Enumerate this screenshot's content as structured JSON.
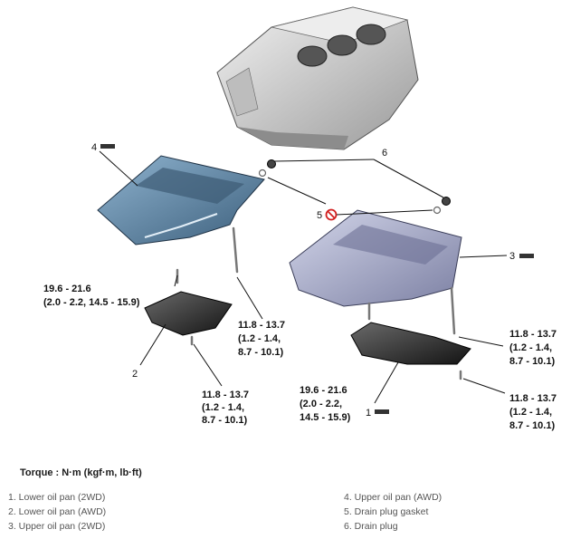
{
  "torque_values": {
    "lower_pan_2wd_bolt": [
      "19.6 - 21.6",
      "(2.0 - 2.2, 14.5 - 15.9)"
    ],
    "lower_pan_2wd_drain": [
      "11.8 - 13.7",
      "(1.2 - 1.4,",
      "8.7 - 10.1)"
    ],
    "upper_pan_awd_bolt": [
      "11.8 - 13.7",
      "(1.2 - 1.4,",
      "8.7 - 10.1)"
    ],
    "lower_pan_awd_bolt": [
      "19.6 - 21.6",
      "(2.0 - 2.2,",
      "14.5 - 15.9)"
    ],
    "upper_pan_2wd_bolt": [
      "11.8 - 13.7",
      "(1.2 - 1.4,",
      "8.7 - 10.1)"
    ],
    "lower_pan_awd_drain": [
      "11.8 - 13.7",
      "(1.2 - 1.4,",
      "8.7 - 10.1)"
    ]
  },
  "callouts": {
    "n1": "1",
    "n2": "2",
    "n3": "3",
    "n4": "4",
    "n5": "5",
    "n6": "6"
  },
  "torque_title": "Torque : N·m (kgf·m, lb·ft)",
  "legend_left": [
    "1. Lower oil pan (2WD)",
    "2. Lower oil pan (AWD)",
    "3. Upper oil pan (2WD)"
  ],
  "legend_right": [
    "4. Upper oil pan (AWD)",
    "5. Drain plug gasket",
    "6. Drain plug"
  ],
  "colors": {
    "upper_awd": "#5d86a6",
    "upper_2wd": "#a7abc7",
    "lower": "#2a2a2a",
    "block": "#d9d9d9"
  }
}
